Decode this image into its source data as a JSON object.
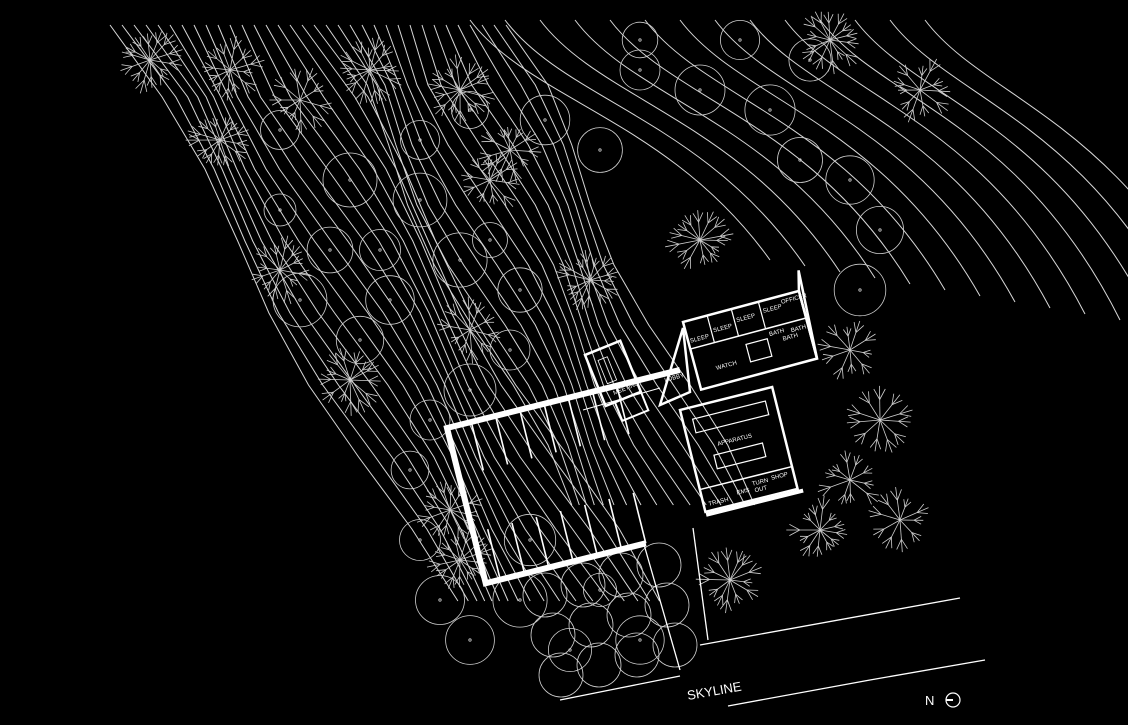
{
  "colors": {
    "background": "#000000",
    "linework": "#ffffff",
    "vegetation": "#cfcfcf"
  },
  "rooms": {
    "officer": "OFFICER",
    "sleep_1": "SLEEP",
    "sleep_2": "SLEEP",
    "sleep_3": "SLEEP",
    "sleep_4": "SLEEP",
    "bath_1": "BATH",
    "bath_2": "BATH",
    "bath_3": "BATH",
    "lobby": "LOBBY",
    "watch": "WATCH",
    "meeting": "MEETING",
    "apparatus": "APPARATUS",
    "trash": "TRASH",
    "ems": "EMS",
    "turn_out_1": "TURN",
    "turn_out_2": "OUT",
    "shop": "SHOP"
  },
  "street_name": "SKYLINE",
  "north_label": "N",
  "icons": {
    "north_arrow": "north-arrow-icon"
  }
}
